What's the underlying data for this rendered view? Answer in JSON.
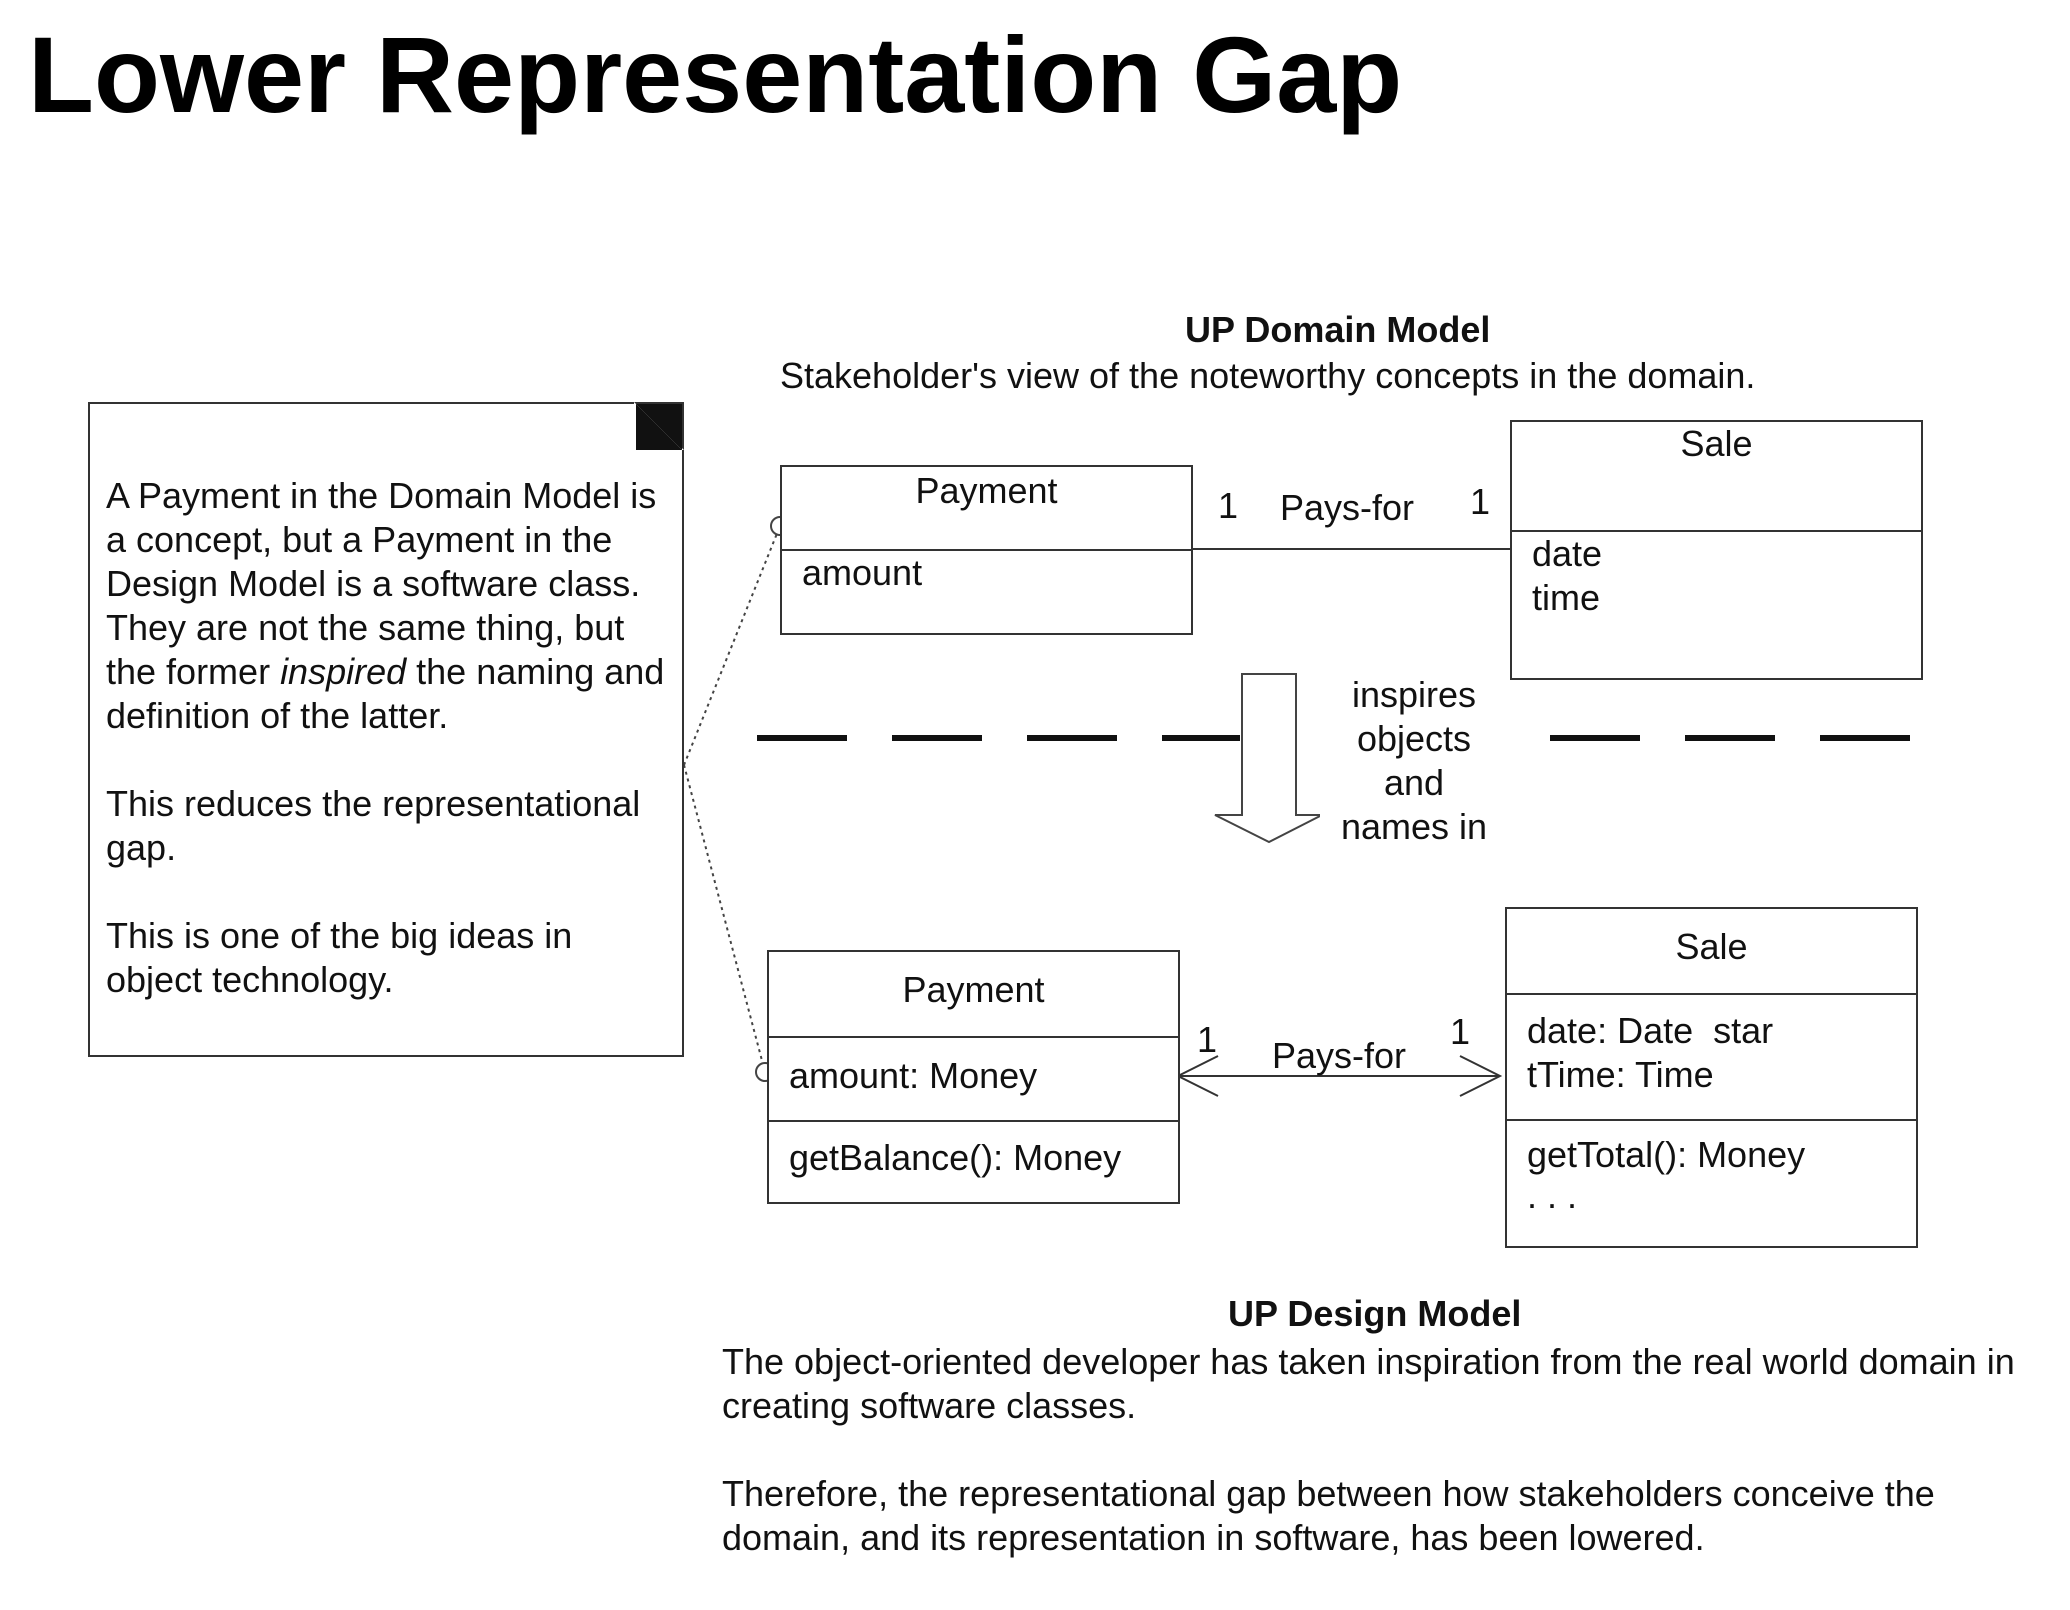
{
  "slide": {
    "title": "Lower Representation Gap"
  },
  "domain_model": {
    "heading": "UP Domain Model",
    "subtitle": "Stakeholder's view of the noteworthy concepts in the domain.",
    "payment": {
      "name": "Payment",
      "attributes": [
        "amount"
      ]
    },
    "sale": {
      "name": "Sale",
      "attributes": [
        "date",
        "time"
      ]
    },
    "association": {
      "label": "Pays-for",
      "left_multiplicity": "1",
      "right_multiplicity": "1"
    }
  },
  "transition": {
    "label_lines": [
      "inspires",
      "objects",
      "and",
      "names in"
    ]
  },
  "design_model": {
    "heading": "UP Design Model",
    "paragraphs": [
      "The object-oriented developer has taken inspiration from the real world domain in creating software classes.",
      "Therefore, the representational gap between how stakeholders conceive the domain, and its representation in software, has been lowered."
    ],
    "payment": {
      "name": "Payment",
      "attributes": [
        "amount: Money"
      ],
      "operations": [
        "getBalance(): Money"
      ]
    },
    "sale": {
      "name": "Sale",
      "attributes": [
        "date: Date  star",
        "tTime: Time"
      ],
      "operations": [
        "getTotal(): Money",
        ". . ."
      ]
    },
    "association": {
      "label": "Pays-for",
      "left_multiplicity": "1",
      "right_multiplicity": "1"
    }
  },
  "note": {
    "para1_before": "A Payment in the Domain Model is a concept, but a Payment in the Design Model is a software class. They are not the same thing, but the former ",
    "para1_emphasis": "inspired",
    "para1_after": " the naming and definition of the latter.",
    "para2": "This reduces the representational gap.",
    "para3": "This is one of the big ideas in object technology."
  }
}
